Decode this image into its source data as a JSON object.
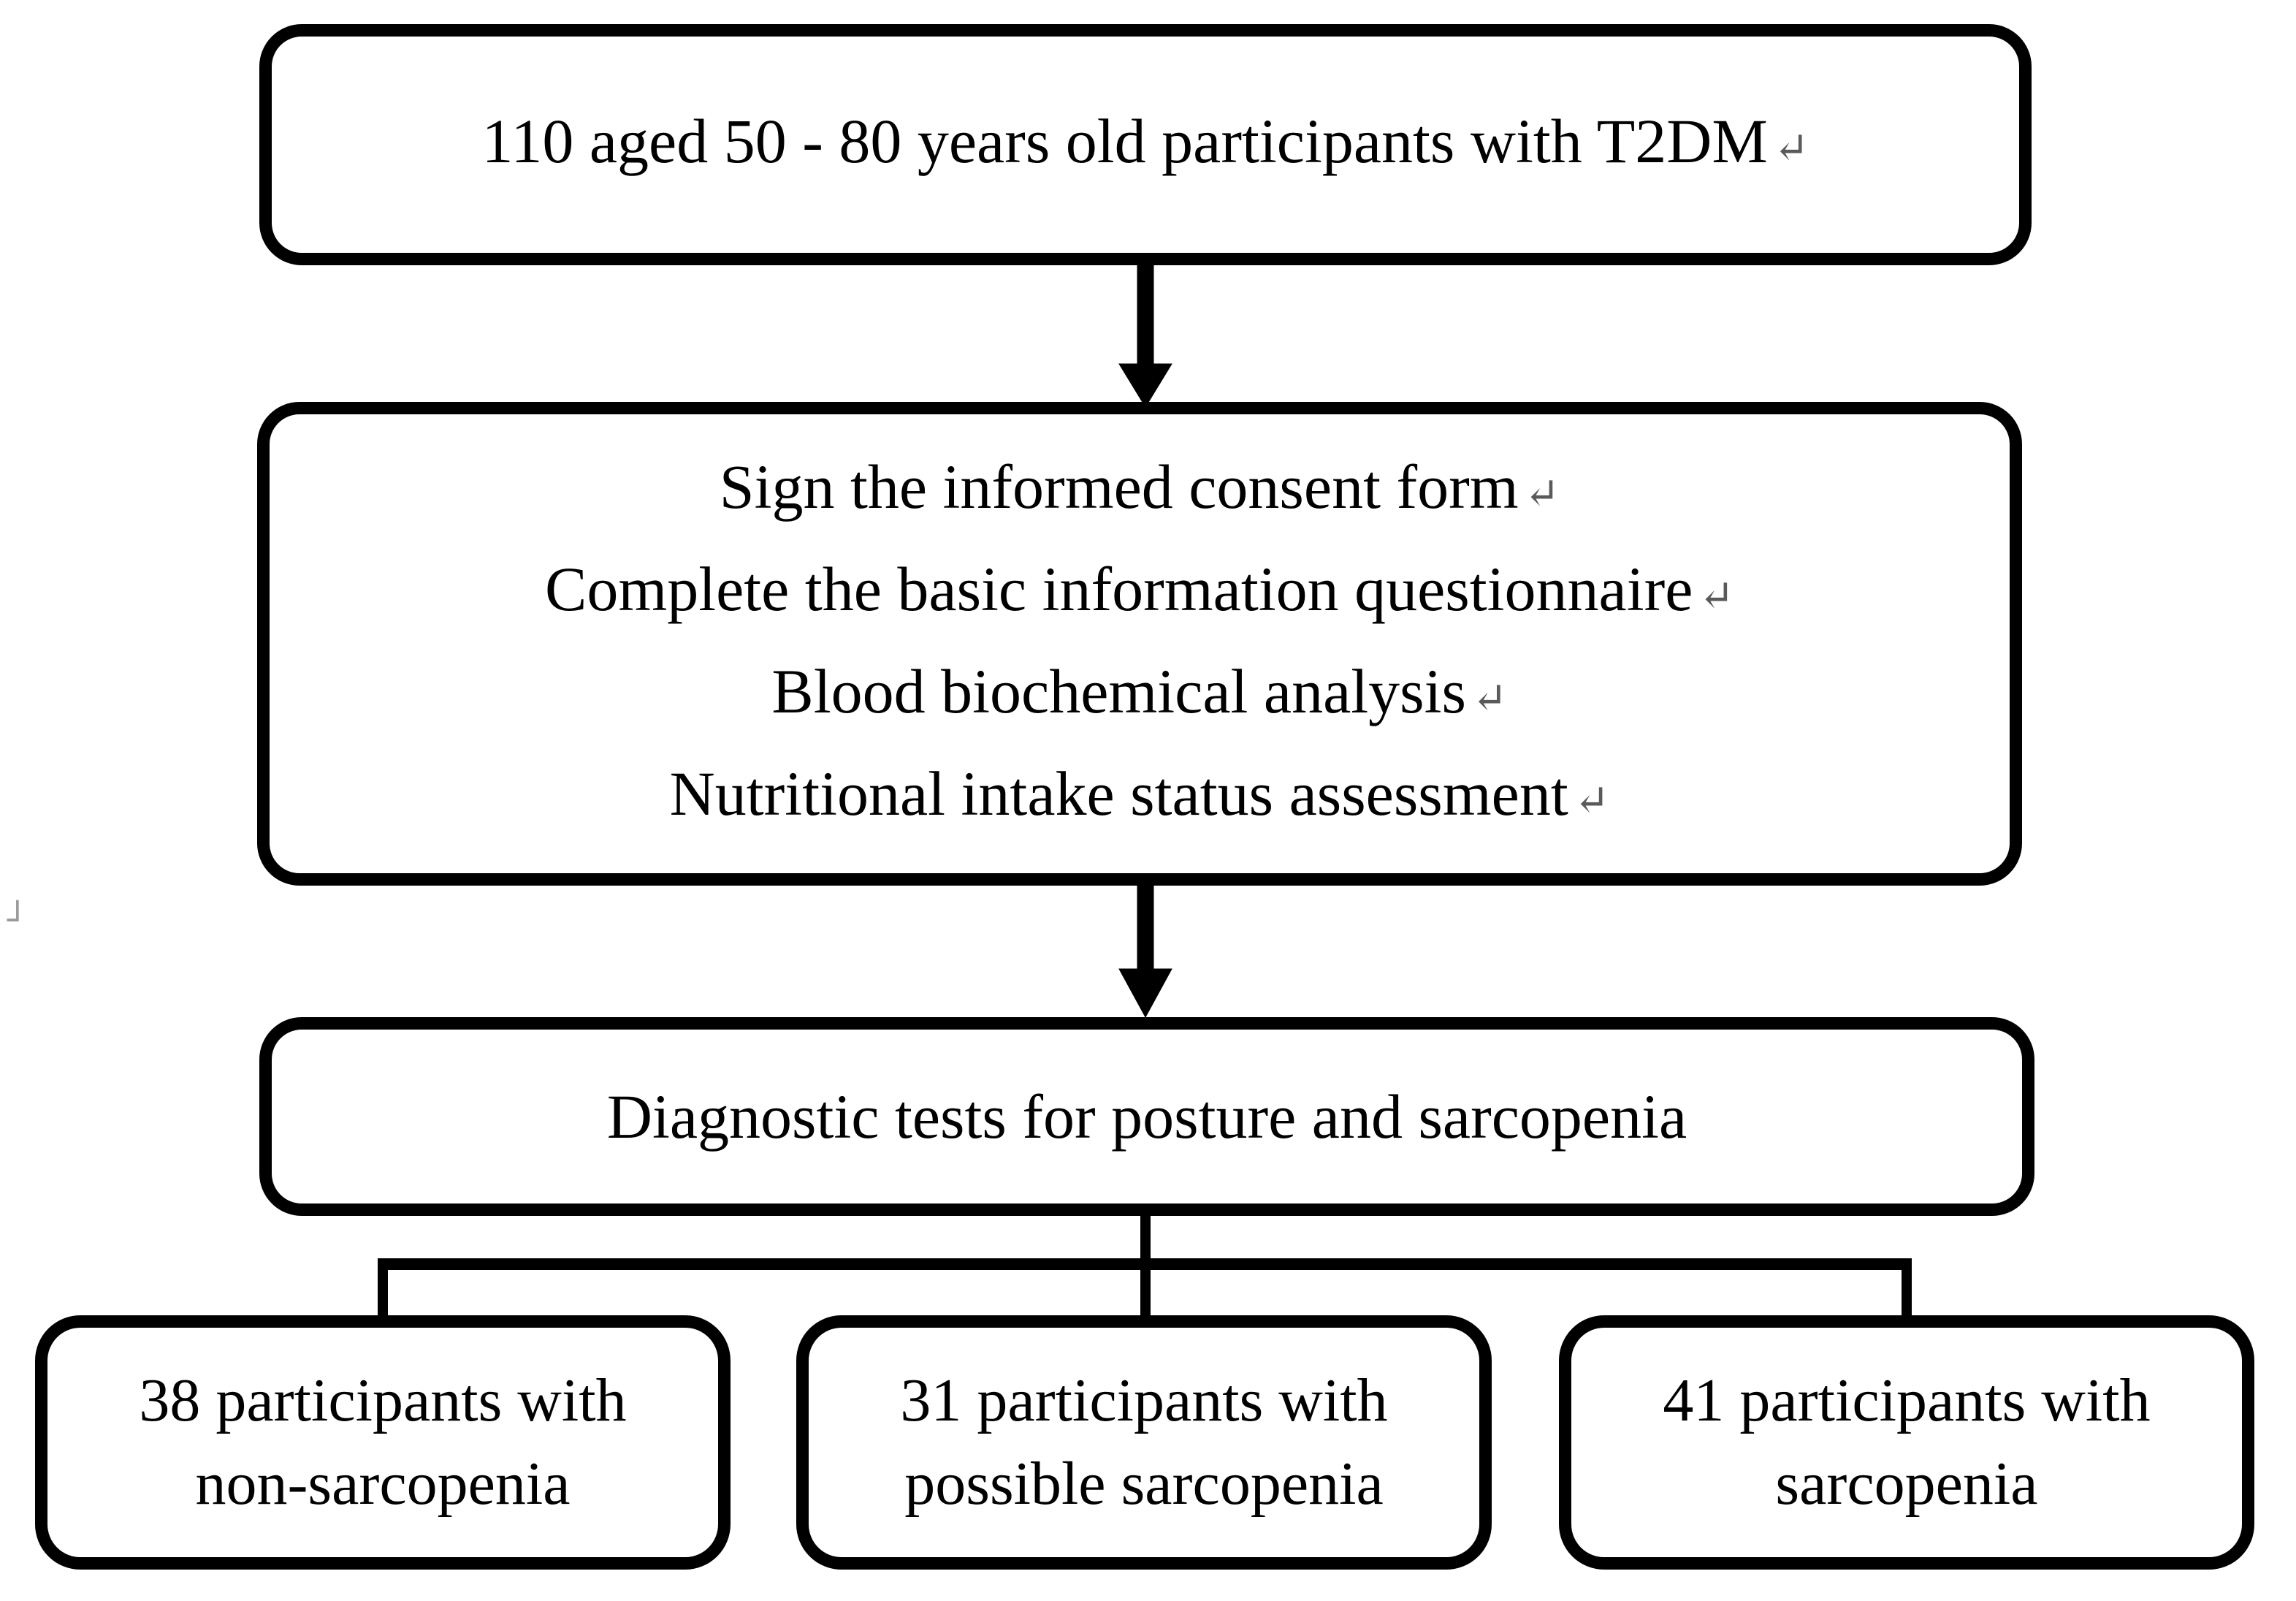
{
  "page": {
    "background_color": "#ffffff",
    "line_color": "#000000",
    "paragraph_mark_color": "#5a5a5a"
  },
  "flowchart": {
    "box1": {
      "text": "110 aged 50 - 80 years old participants with T2DM",
      "mark": "↵"
    },
    "box2": {
      "lines": [
        {
          "text": "Sign the informed consent form",
          "mark": "↵"
        },
        {
          "text": "Complete the basic information questionnaire",
          "mark": "↵"
        },
        {
          "text": "Blood biochemical analysis",
          "mark": "↵"
        },
        {
          "text": "Nutritional intake status assessment",
          "mark": "↵"
        }
      ]
    },
    "box3": {
      "text": "Diagnostic tests for posture and sarcopenia"
    },
    "branches": [
      {
        "line1": "38 participants with",
        "line2": "non-sarcopenia"
      },
      {
        "line1": "31 participants with",
        "line2": "possible sarcopenia"
      },
      {
        "line1": "41 participants with",
        "line2": "sarcopenia"
      }
    ],
    "stray_mark": "┘"
  }
}
